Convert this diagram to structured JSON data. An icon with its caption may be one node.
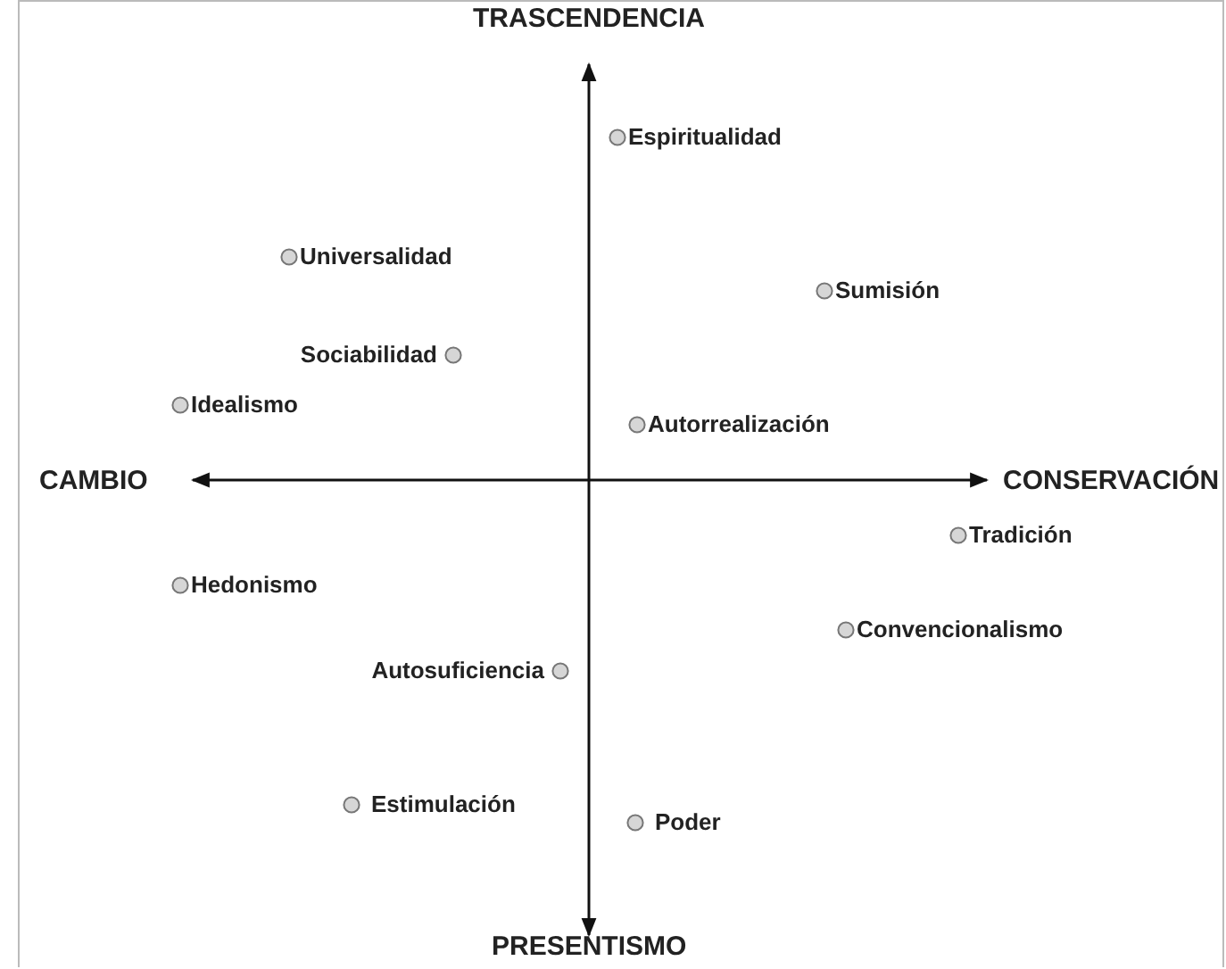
{
  "diagram": {
    "nodes": [
      {
        "text": [],
        "shape": "circle",
        "beside": [
          "Espiritualidad"
        ]
      },
      {
        "text": [],
        "shape": "circle",
        "beside": [
          "Universalidad"
        ]
      },
      {
        "text": [],
        "shape": "circle",
        "beside": [
          "Sumisión"
        ]
      },
      {
        "text": [],
        "shape": "circle",
        "beside": [
          "Sociabilidad"
        ]
      },
      {
        "text": [],
        "shape": "circle",
        "beside": [
          "Idealismo"
        ]
      },
      {
        "text": [],
        "shape": "circle",
        "beside": [
          "Autorrealización"
        ]
      },
      {
        "text": [],
        "shape": "circle",
        "beside": [
          "Tradición"
        ]
      },
      {
        "text": [],
        "shape": "circle",
        "beside": [
          "Hedonismo"
        ]
      },
      {
        "text": [],
        "shape": "circle",
        "beside": [
          "Convencionalismo"
        ]
      },
      {
        "text": [],
        "shape": "circle",
        "beside": [
          "Autosuficiencia"
        ]
      },
      {
        "text": [],
        "shape": "circle",
        "beside": [
          "Estimulación"
        ]
      },
      {
        "text": [],
        "shape": "circle",
        "beside": [
          "Poder"
        ]
      }
    ],
    "labels": [
      "TRASCENDENCIA",
      "CAMBIO",
      "CONSERVACIÓN",
      "PRESENTISMO"
    ]
  }
}
